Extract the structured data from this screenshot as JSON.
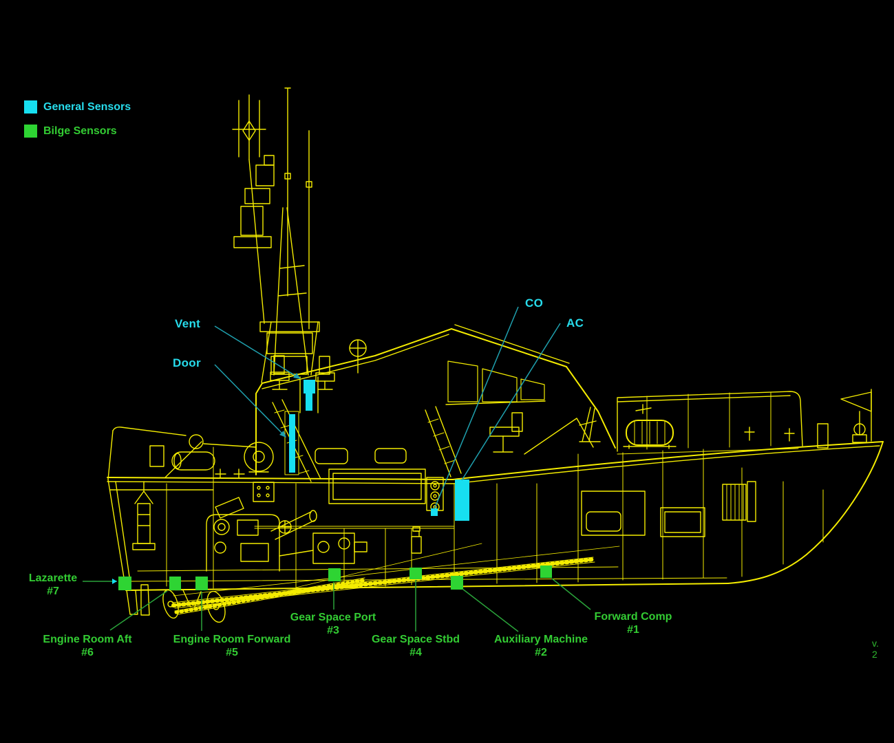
{
  "legend": {
    "general_label": "General Sensors",
    "bilge_label": "Bilge Sensors"
  },
  "sensors": {
    "general": {
      "vent": "Vent",
      "door": "Door",
      "co": "CO",
      "ac": "AC"
    },
    "bilge": [
      {
        "name": "Forward Comp",
        "num": "#1"
      },
      {
        "name": "Auxiliary Machine",
        "num": "#2"
      },
      {
        "name": "Gear Space Port",
        "num": "#3"
      },
      {
        "name": "Gear Space Stbd",
        "num": "#4"
      },
      {
        "name": "Engine Room Forward",
        "num": "#5"
      },
      {
        "name": "Engine Room Aft",
        "num": "#6"
      },
      {
        "name": "Lazarette",
        "num": "#7"
      }
    ]
  },
  "version": "v. 2",
  "colors": {
    "background": "#000000",
    "line": "#f4ec00",
    "general_sensor": "#17dff0",
    "general_text": "#27dcec",
    "general_leader": "#1fa0ae",
    "bilge_sensor": "#2ed433",
    "bilge_text": "#33cc33",
    "bilge_leader": "#2aa33a"
  }
}
